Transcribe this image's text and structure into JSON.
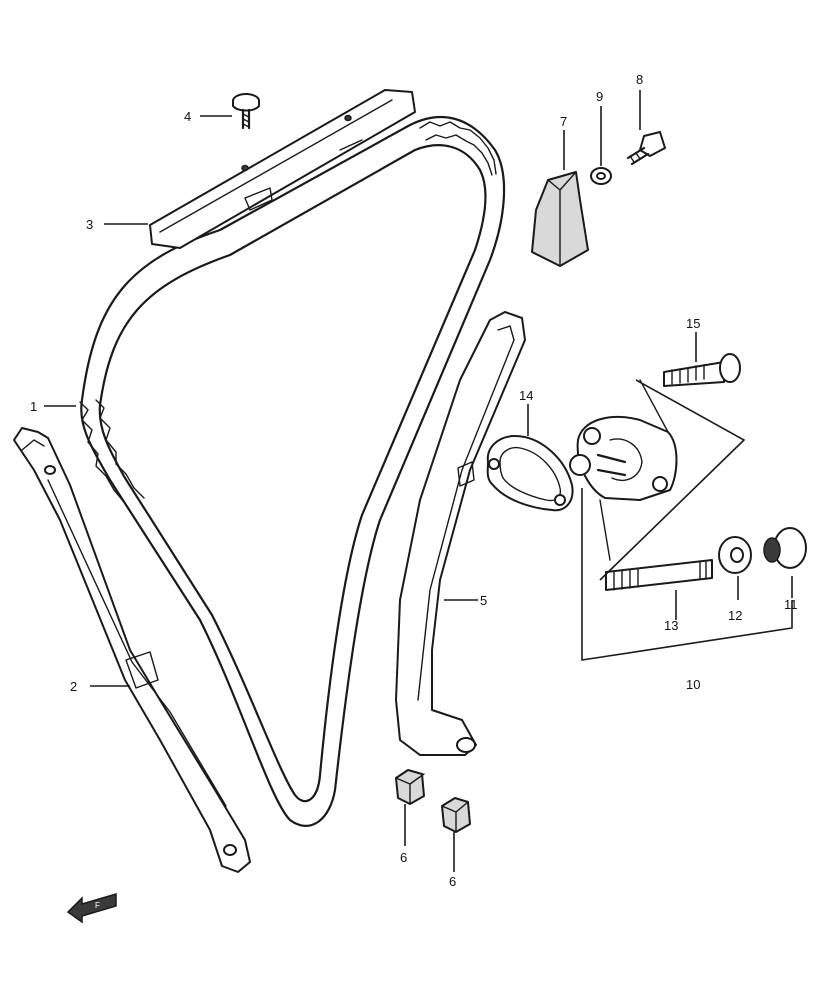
{
  "callouts": [
    {
      "id": "1",
      "text": "1"
    },
    {
      "id": "2",
      "text": "2"
    },
    {
      "id": "3",
      "text": "3"
    },
    {
      "id": "4",
      "text": "4"
    },
    {
      "id": "5",
      "text": "5"
    },
    {
      "id": "6a",
      "text": "6"
    },
    {
      "id": "6b",
      "text": "6"
    },
    {
      "id": "7",
      "text": "7"
    },
    {
      "id": "8",
      "text": "8"
    },
    {
      "id": "9",
      "text": "9"
    },
    {
      "id": "10",
      "text": "10"
    },
    {
      "id": "11",
      "text": "11"
    },
    {
      "id": "12",
      "text": "12"
    },
    {
      "id": "13",
      "text": "13"
    },
    {
      "id": "14",
      "text": "14"
    },
    {
      "id": "15",
      "text": "15"
    }
  ],
  "front_arrow": {
    "text": "F"
  }
}
